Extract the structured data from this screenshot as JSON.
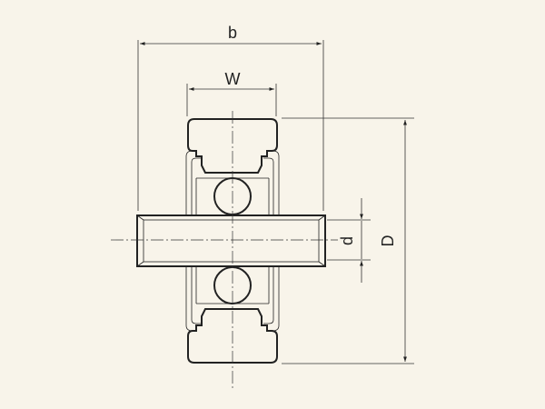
{
  "dimensions": {
    "b": "b",
    "W": "W",
    "D": "D",
    "d": "d"
  },
  "colors": {
    "background": "#f8f4ea",
    "line": "#222222"
  }
}
